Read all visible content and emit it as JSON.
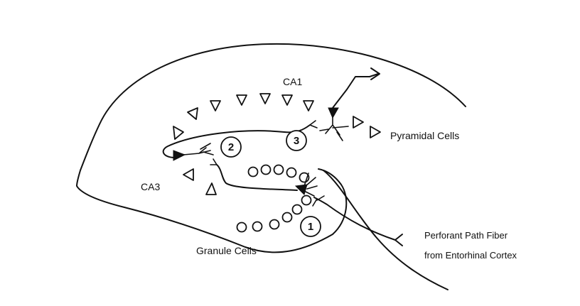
{
  "labels": {
    "ca1": "CA1",
    "ca3": "CA3",
    "pyramidal": "Pyramidal Cells",
    "granule": "Granule Cells",
    "perforant_line1": "Perforant Path Fiber",
    "perforant_line2": "from Entorhinal Cortex"
  },
  "synapses": {
    "s1": "1",
    "s2": "2",
    "s3": "3"
  }
}
